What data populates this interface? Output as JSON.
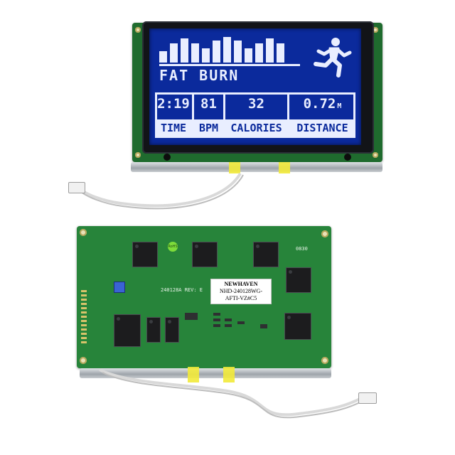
{
  "display": {
    "program_name": "FAT BURN",
    "bar_levels": [
      0.45,
      0.75,
      0.95,
      0.75,
      0.55,
      0.85,
      1.0,
      0.85,
      0.55,
      0.75,
      0.95,
      0.75
    ],
    "runner_icon": "running-person-icon",
    "stats": [
      {
        "value": "2:19",
        "unit": "",
        "label": "TIME"
      },
      {
        "value": "81",
        "unit": "",
        "label": "BPM"
      },
      {
        "value": "32",
        "unit": "",
        "label": "CALORIES"
      },
      {
        "value": "0.72",
        "unit": "M",
        "label": "DISTANCE"
      }
    ],
    "colors": {
      "screen": "#0b2a9c",
      "pixels": "#e9eeff"
    }
  },
  "board": {
    "sticker_line1": "NEWHAVEN",
    "sticker_line2": "NHD-240128WG-",
    "sticker_line3": "AFTI-VZ#C5",
    "silkscreen_model": "240128A REV: E",
    "rohs_badge": "RoHS",
    "date_code": "0830"
  }
}
